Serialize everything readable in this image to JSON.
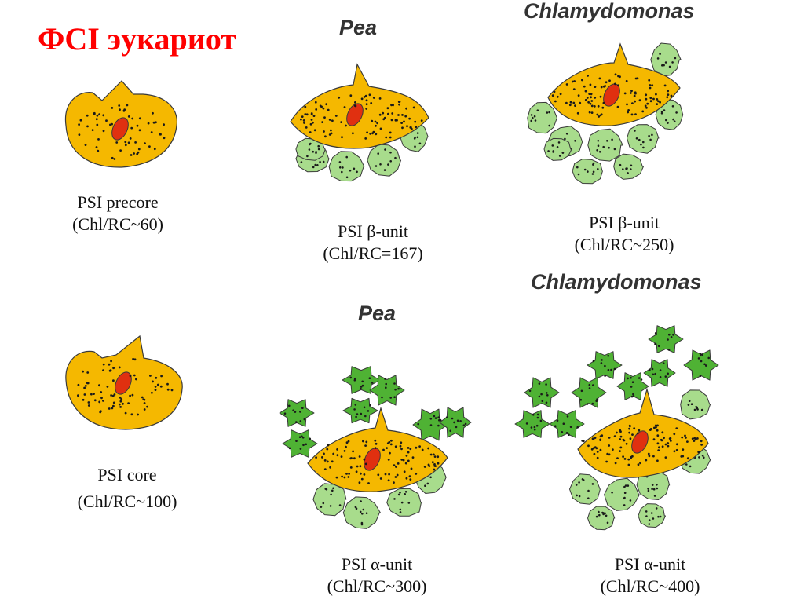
{
  "title": "ФСI эукариот",
  "organisms": {
    "pea_top": "Pea",
    "chlamy_top": "Chlamydomonas",
    "pea_bottom": "Pea",
    "chlamy_bottom": "Chlamydomonas"
  },
  "captions": {
    "precore": {
      "name": "PSI  precore",
      "ratio": "(Chl/RC~60)"
    },
    "core": {
      "name": "PSI  core",
      "ratio": "(Chl/RC~100)"
    },
    "pea_beta": {
      "name": "PSI  β-unit",
      "ratio": "(Chl/RC=167)"
    },
    "chlamy_beta": {
      "name": "PSI  β-unit",
      "ratio": "(Chl/RC~250)"
    },
    "pea_alpha": {
      "name": "PSI  α-unit",
      "ratio": "(Chl/RC~300)"
    },
    "chlamy_alpha": {
      "name": "PSI  α-unit",
      "ratio": "(Chl/RC~400)"
    }
  },
  "colors": {
    "title": "#ff0000",
    "core_fill": "#f5b800",
    "reaction_center": "#e03010",
    "lhc_light": "#a8dc8c",
    "lhc_dark": "#4fb234",
    "outline": "#3a3a3a"
  }
}
